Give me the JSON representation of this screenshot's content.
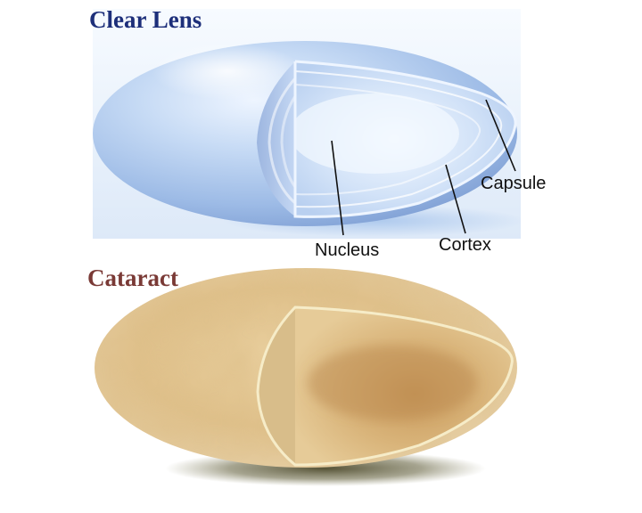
{
  "clear_lens": {
    "title": "Clear Lens",
    "title_color": "#1d2f7a",
    "labels": {
      "capsule": "Capsule",
      "nucleus": "Nucleus",
      "cortex": "Cortex"
    }
  },
  "cataract": {
    "title": "Cataract",
    "title_color": "#7a3a36"
  },
  "colors": {
    "clear_lens_body": "#a9c4ec",
    "clear_lens_background": "#e6effa",
    "cataract_body": "#e2c48f",
    "cataract_shadow": "#5b5a3a"
  }
}
